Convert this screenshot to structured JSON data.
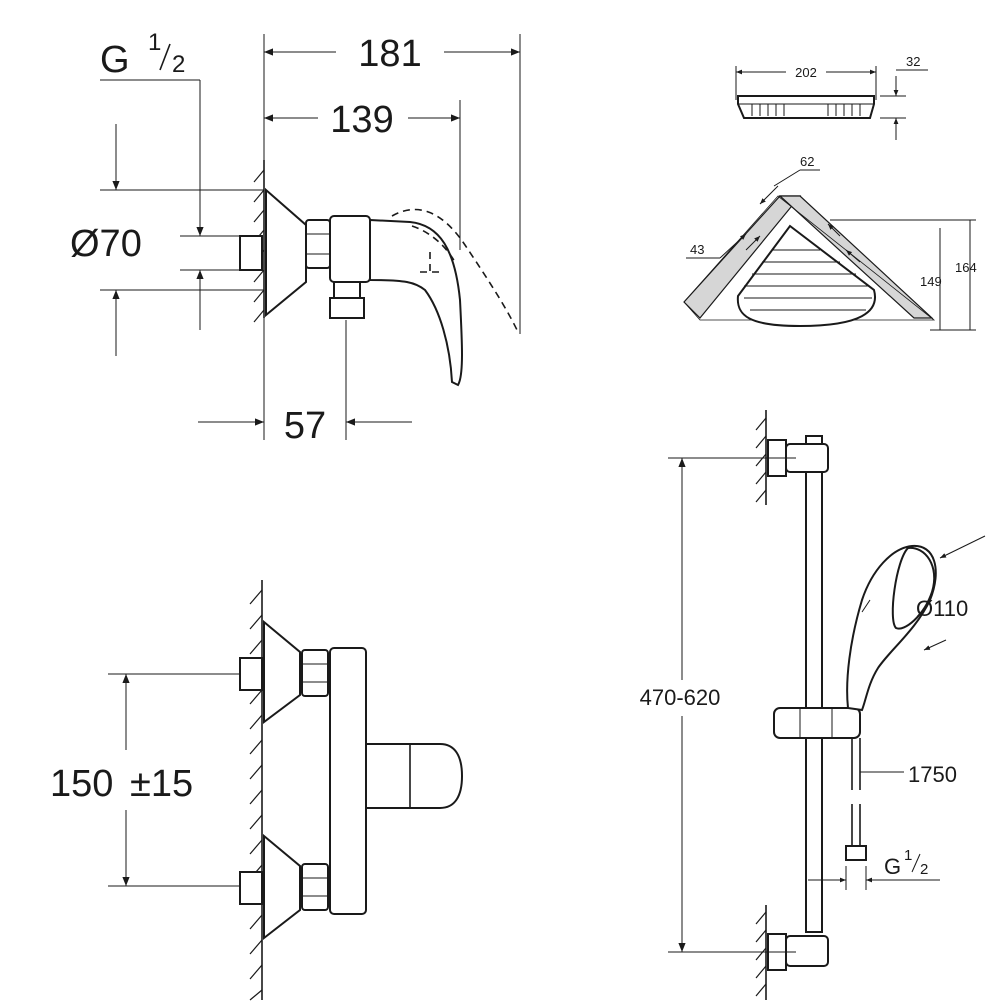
{
  "side_view": {
    "dim_overall": "181",
    "dim_lever": "139",
    "dim_diameter": "Ø70",
    "dim_outlet": "57",
    "thread_g": "G",
    "thread_fraction_num": "1",
    "thread_fraction_den": "2"
  },
  "front_view": {
    "dim_spacing": "150",
    "dim_tolerance": "±15"
  },
  "basket": {
    "dim_width": "202",
    "dim_height": "32",
    "dim_edge": "62",
    "dim_inner": "43",
    "dim_depth_inner": "149",
    "dim_depth_outer": "164"
  },
  "rail_set": {
    "dim_rail_range": "470-620",
    "dim_shower_diameter": "Ø110",
    "dim_hose_length": "1750",
    "thread_g": "G",
    "thread_fraction_num": "1",
    "thread_fraction_den": "2"
  }
}
